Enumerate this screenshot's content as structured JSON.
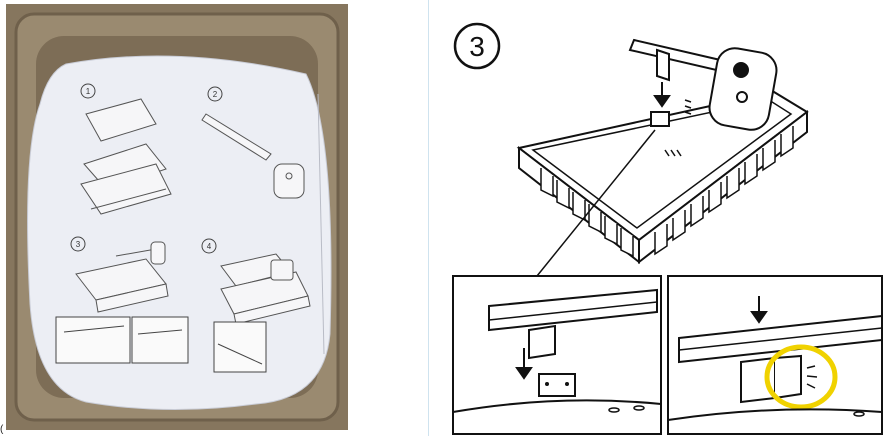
{
  "photo": {
    "caption": "(",
    "step_labels": [
      "1",
      "2",
      "3",
      "4"
    ]
  },
  "diagram": {
    "step_number": "3",
    "highlight_color": "#f0d200"
  }
}
